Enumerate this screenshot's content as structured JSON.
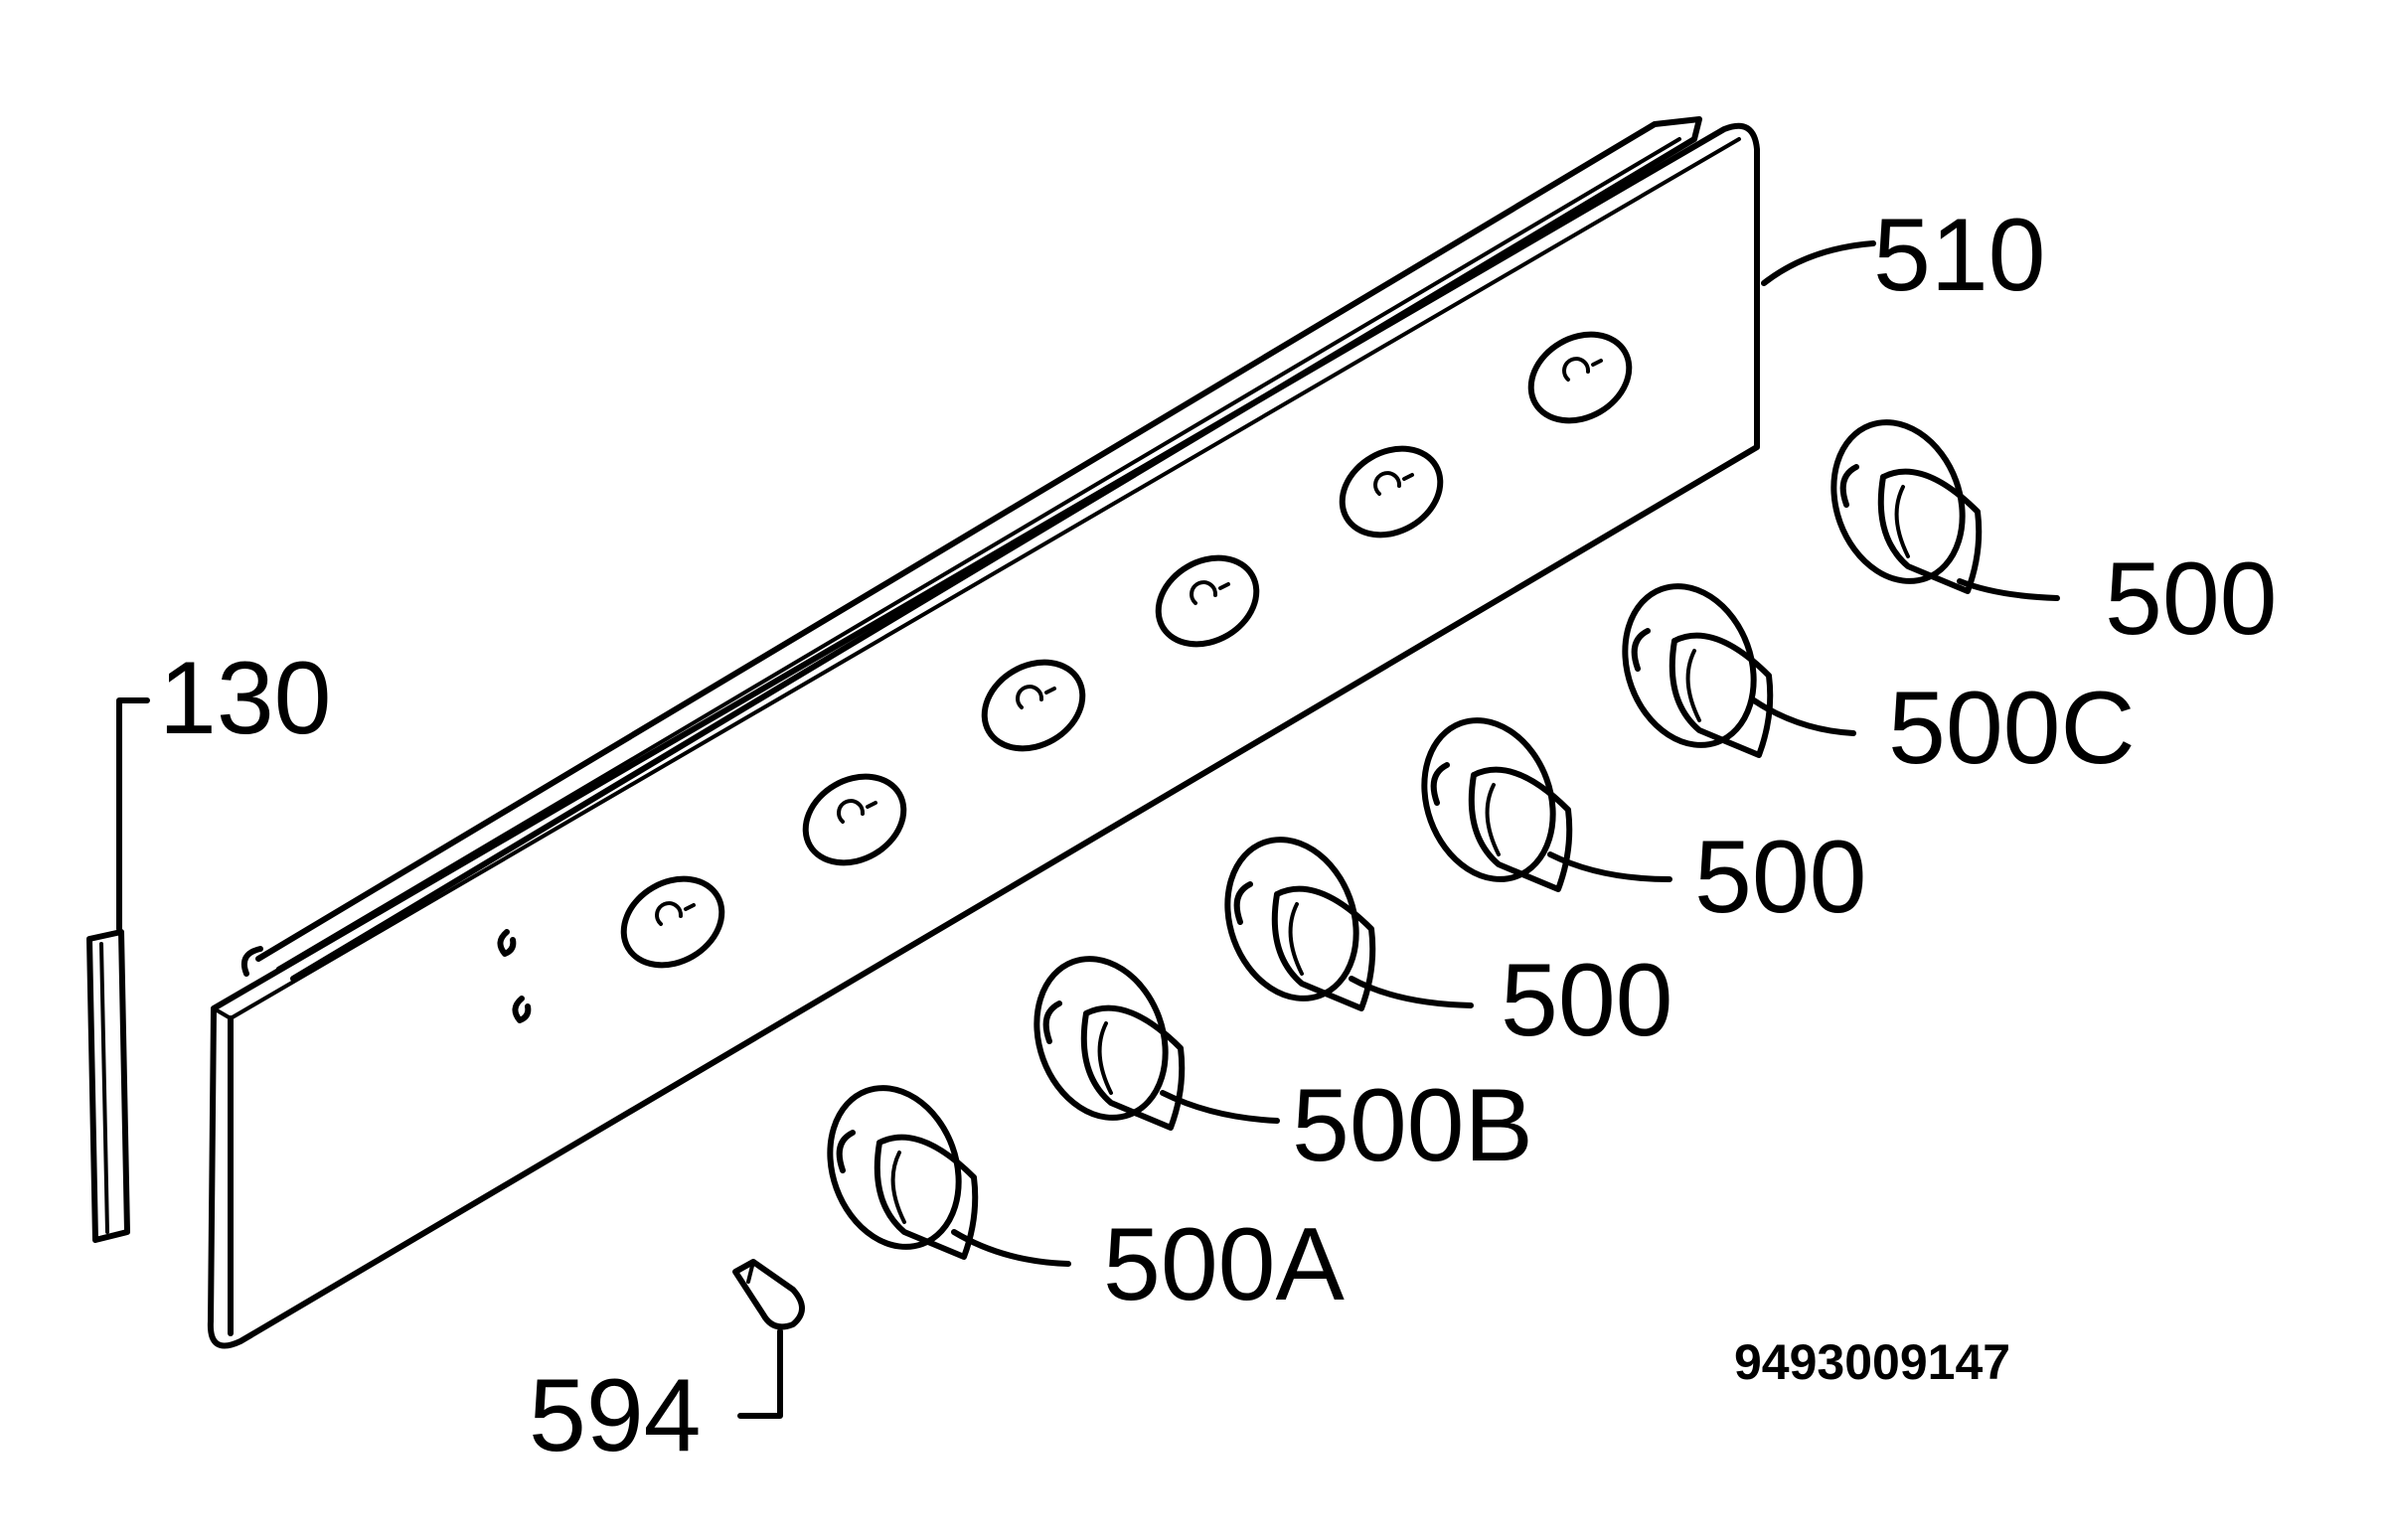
{
  "callouts": {
    "panel": "510",
    "knob_top": "500",
    "knob_c": "500C",
    "knob_mid1": "500",
    "knob_mid2": "500",
    "knob_b": "500B",
    "knob_a": "500A",
    "seal": "130",
    "screw": "594"
  },
  "drawing_code": "9493009147"
}
